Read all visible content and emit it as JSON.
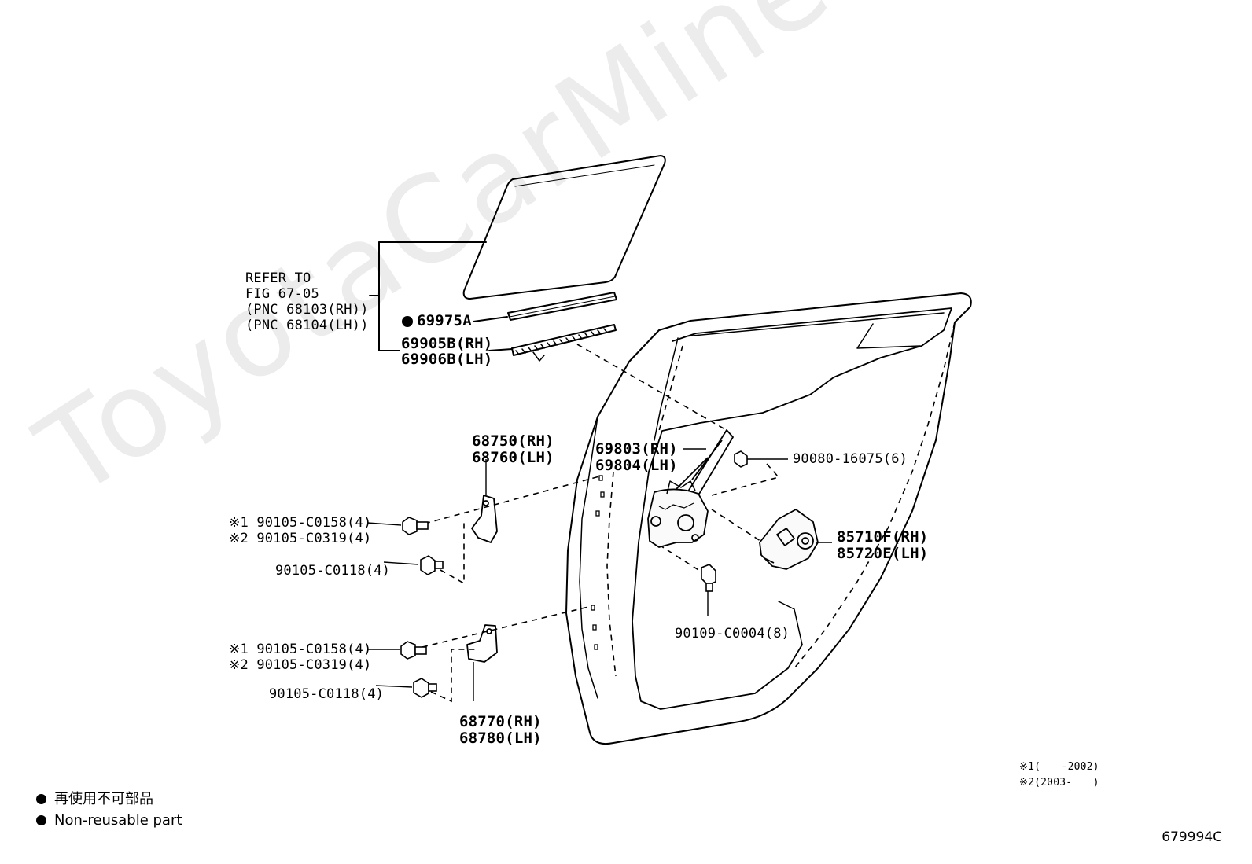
{
  "watermark": "ToyotaCarMine.ru",
  "refer": {
    "line1": "REFER TO",
    "line2": "FIG 67-05",
    "line3": "(PNC 68103(RH))",
    "line4": "(PNC 68104(LH))"
  },
  "parts": {
    "p69975A": "69975A",
    "p69905B": "69905B(RH)",
    "p69906B": "69906B(LH)",
    "p68750": "68750(RH)",
    "p68760": "68760(LH)",
    "p69803": "69803(RH)",
    "p69804": "69804(LH)",
    "p90080": "90080-16075(6)",
    "p85710F": "85710F(RH)",
    "p85720E": "85720E(LH)",
    "p90109": "90109-C0004(8)",
    "upper_0158": "※1 90105-C0158(4)",
    "upper_0319": "※2 90105-C0319(4)",
    "upper_0118": "90105-C0118(4)",
    "lower_0158": "※1 90105-C0158(4)",
    "lower_0319": "※2 90105-C0319(4)",
    "lower_0118": "90105-C0118(4)",
    "p68770": "68770(RH)",
    "p68780": "68780(LH)"
  },
  "notes": {
    "note1": "※1(　　-2002)",
    "note2": "※2(2003-　　)"
  },
  "legend": {
    "jp": "再使用不可部品",
    "en": "Non-reusable part"
  },
  "figure_code": "679994C"
}
